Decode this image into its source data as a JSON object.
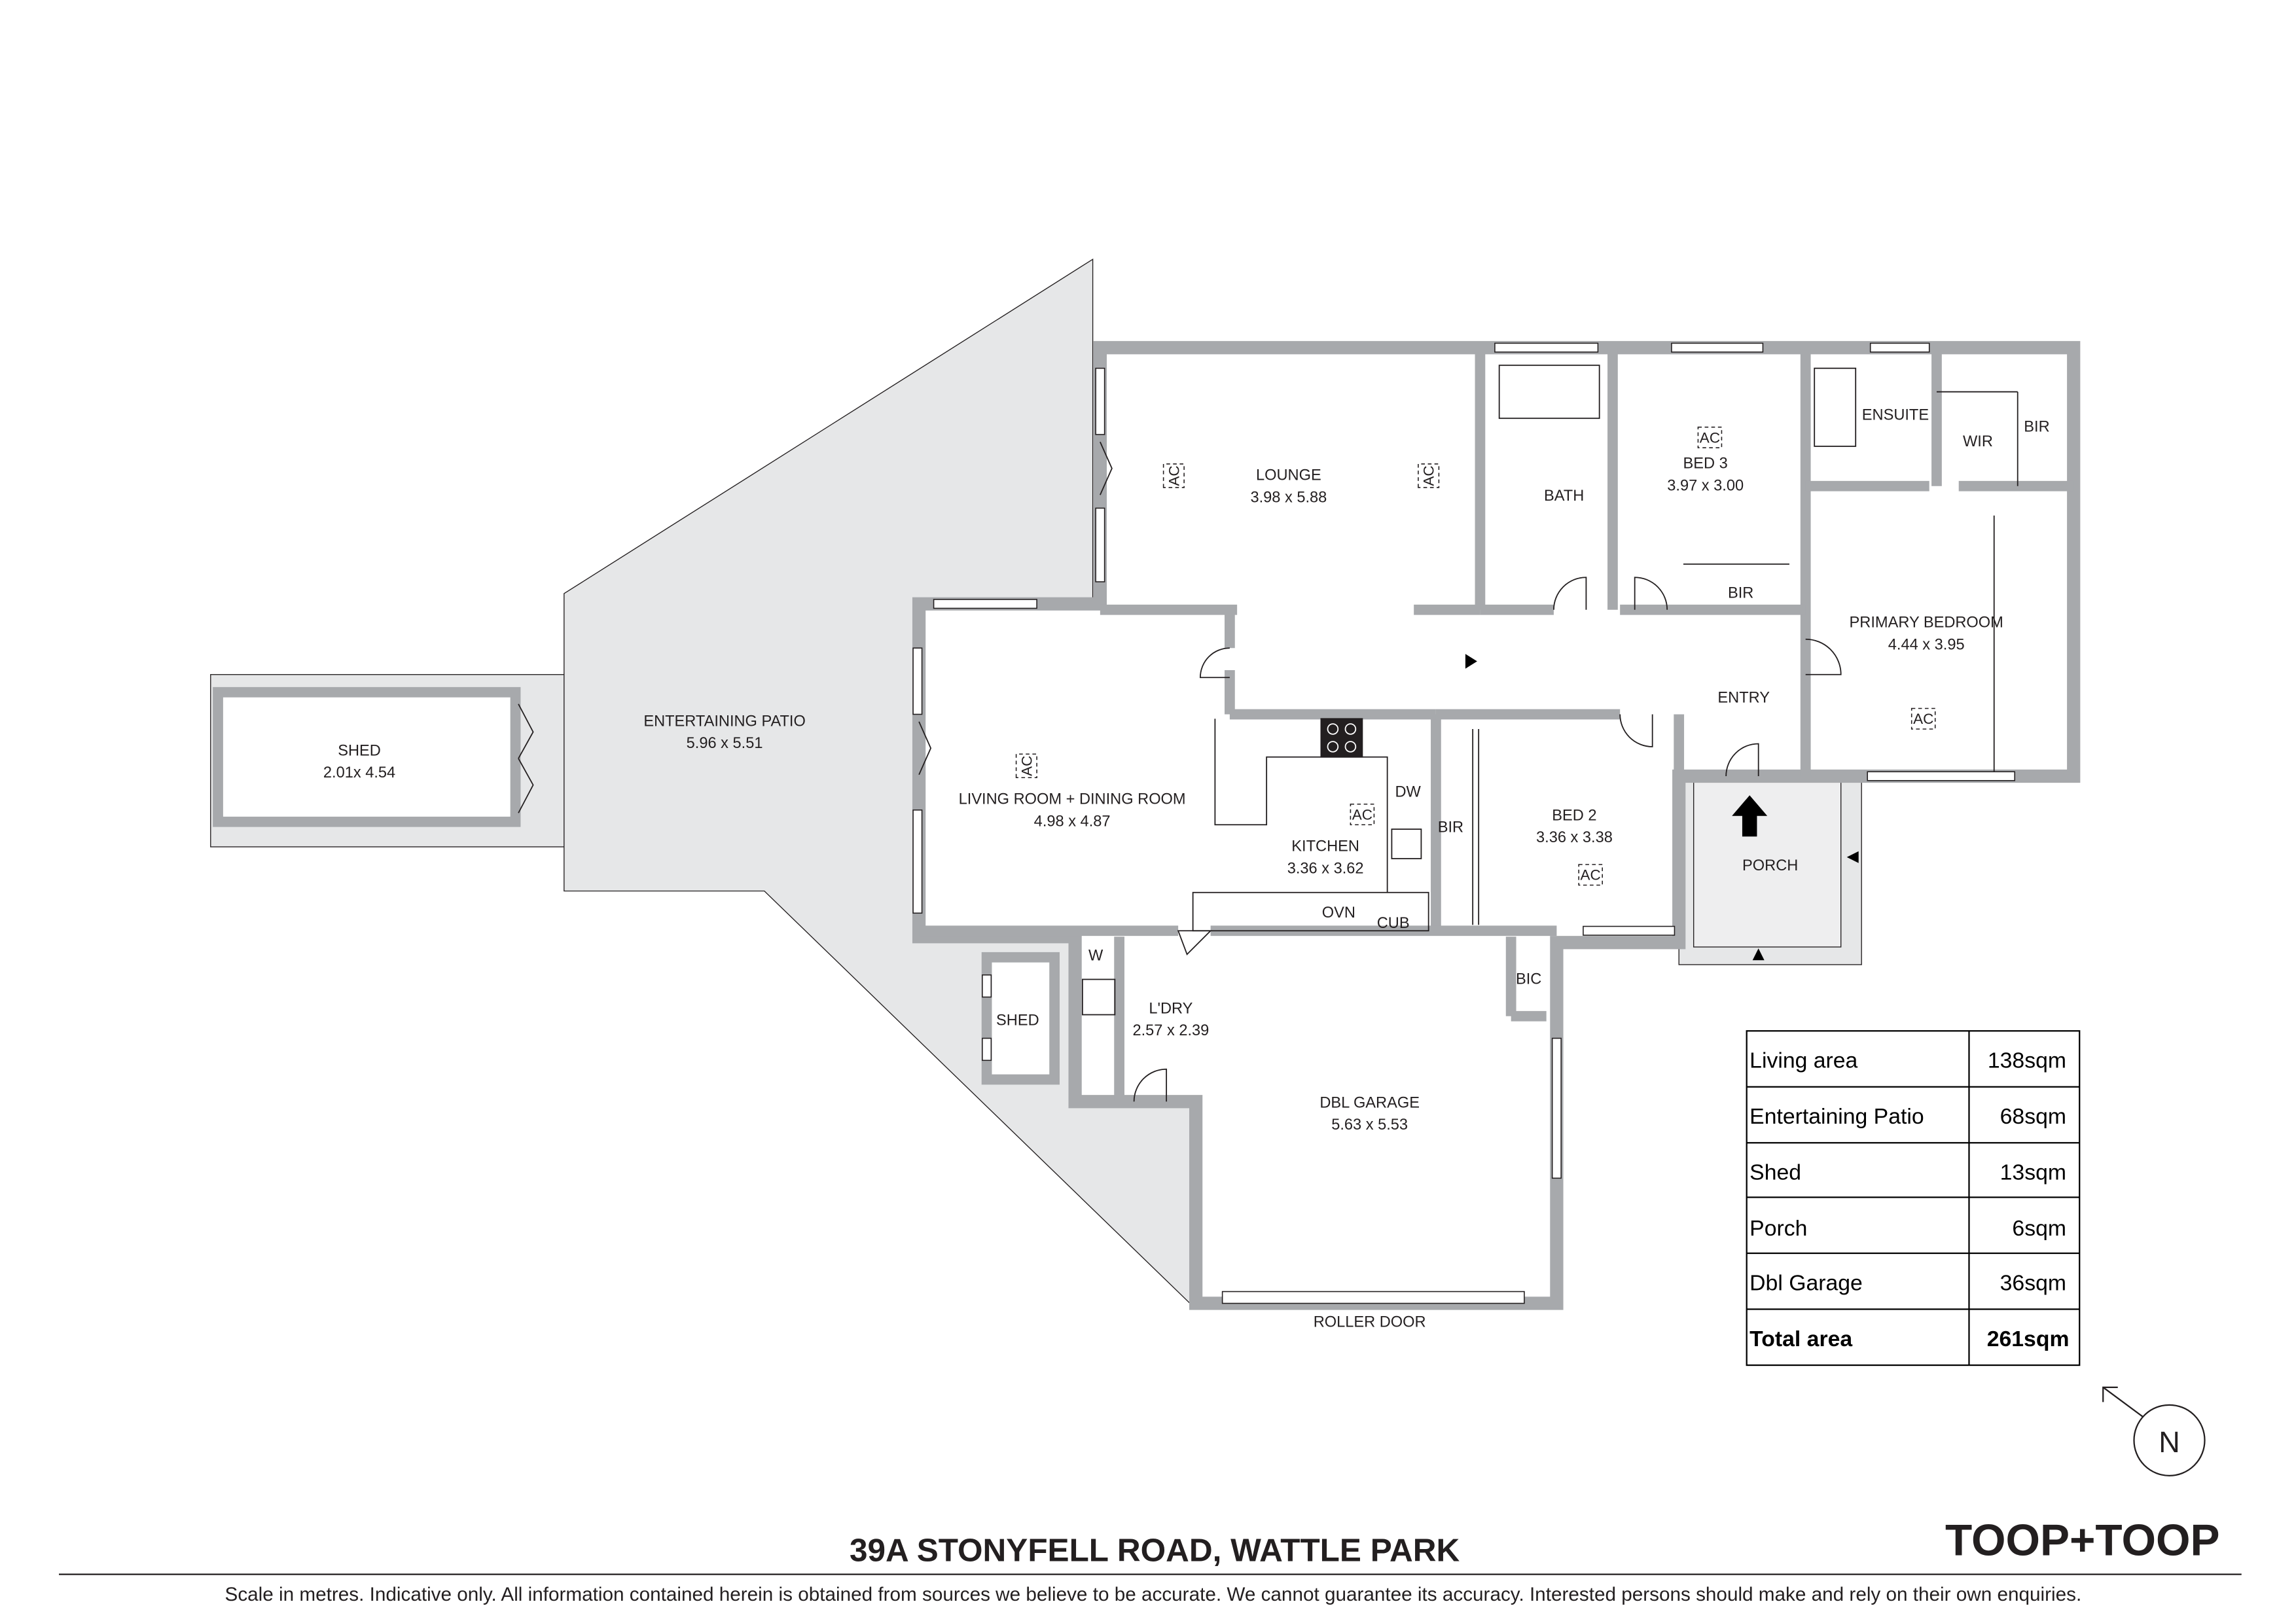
{
  "address": "39A STONYFELL ROAD, WATTLE PARK",
  "disclaimer": "Scale in metres. Indicative only. All information contained herein is obtained from sources we believe to be accurate. We cannot guarantee its accuracy. Interested persons should make and rely on their own enquiries.",
  "brand": "TOOP+TOOP",
  "compass_label": "N",
  "colors": {
    "wall": "#a7a9ac",
    "patio": "#e6e7e8",
    "ink": "#231f20"
  },
  "rooms": [
    {
      "name": "LOUNGE",
      "dims": "3.98 x 5.88"
    },
    {
      "name": "BATH",
      "dims": ""
    },
    {
      "name": "BED 3",
      "dims": "3.97 x 3.00"
    },
    {
      "name": "ENSUITE",
      "dims": ""
    },
    {
      "name": "WIR",
      "dims": ""
    },
    {
      "name": "BIR",
      "dims": ""
    },
    {
      "name": "BIR",
      "dims": ""
    },
    {
      "name": "PRIMARY BEDROOM",
      "dims": "4.44 x 3.95"
    },
    {
      "name": "ENTRY",
      "dims": ""
    },
    {
      "name": "ENTERTAINING PATIO",
      "dims": "5.96 x 5.51"
    },
    {
      "name": "SHED",
      "dims": "2.01x 4.54"
    },
    {
      "name": "LIVING ROOM + DINING ROOM",
      "dims": "4.98 x 4.87"
    },
    {
      "name": "KITCHEN",
      "dims": "3.36 x 3.62"
    },
    {
      "name": "DW",
      "dims": ""
    },
    {
      "name": "BIR",
      "dims": ""
    },
    {
      "name": "BED 2",
      "dims": "3.36 x 3.38"
    },
    {
      "name": "PORCH",
      "dims": ""
    },
    {
      "name": "OVN",
      "dims": ""
    },
    {
      "name": "CUB",
      "dims": ""
    },
    {
      "name": "W",
      "dims": ""
    },
    {
      "name": "L'DRY",
      "dims": "2.57 x 2.39"
    },
    {
      "name": "SHED",
      "dims": ""
    },
    {
      "name": "BIC",
      "dims": ""
    },
    {
      "name": "DBL GARAGE",
      "dims": "5.63 x 5.53"
    },
    {
      "name": "ROLLER DOOR",
      "dims": ""
    }
  ],
  "ac_label": "AC",
  "area_table": {
    "rows": [
      {
        "label": "Living area",
        "value": "138sqm"
      },
      {
        "label": "Entertaining Patio",
        "value": "68sqm"
      },
      {
        "label": "Shed",
        "value": "13sqm"
      },
      {
        "label": "Porch",
        "value": "6sqm"
      },
      {
        "label": "Dbl Garage",
        "value": "36sqm"
      }
    ],
    "total": {
      "label": "Total area",
      "value": "261sqm"
    }
  }
}
